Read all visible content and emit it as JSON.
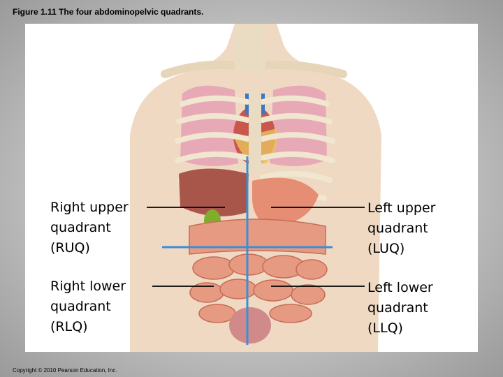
{
  "figure": {
    "title": "Figure 1.11 The four abdominopelvic quadrants.",
    "copyright": "Copyright © 2010 Pearson Education, Inc."
  },
  "quadrants": {
    "ruq": [
      "Right upper",
      "quadrant",
      "(RUQ)"
    ],
    "luq": [
      "Left upper",
      "quadrant",
      "(LUQ)"
    ],
    "rlq": [
      "Right lower",
      "quadrant",
      "(RLQ)"
    ],
    "llq": [
      "Left lower",
      "quadrant",
      "(LLQ)"
    ]
  },
  "colors": {
    "skin": "#efd9c3",
    "bone": "#f1e6cf",
    "lung": "#e7a9b6",
    "intestine": "#e79a82",
    "divider": "#3b8fd6"
  }
}
